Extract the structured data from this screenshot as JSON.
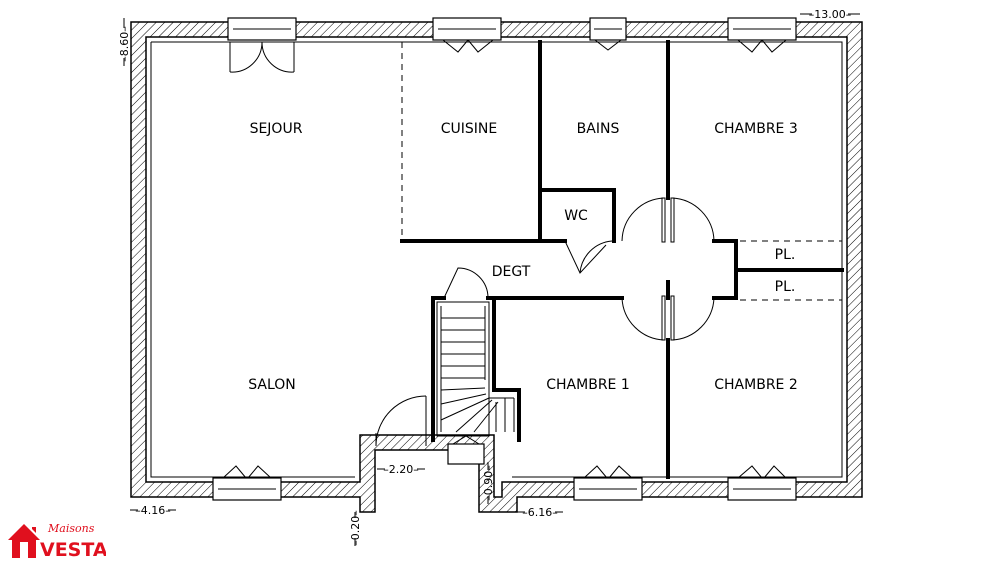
{
  "rooms": {
    "sejour": "SEJOUR",
    "cuisine": "CUISINE",
    "bains": "BAINS",
    "chambre3": "CHAMBRE 3",
    "wc": "WC",
    "degt": "DEGT",
    "pl1": "PL.",
    "pl2": "PL.",
    "salon": "SALON",
    "chambre1": "CHAMBRE 1",
    "chambre2": "CHAMBRE 2"
  },
  "dimensions": {
    "width_total": "13.00",
    "height_total": "8.60",
    "left_bottom": "4.16",
    "entry_width": "2.20",
    "entry_step": "0.20",
    "entry_depth": "0.90",
    "right_bottom": "6.16"
  },
  "logo": {
    "script": "Maisons",
    "word": "VESTA",
    "color": "#e0101e"
  }
}
